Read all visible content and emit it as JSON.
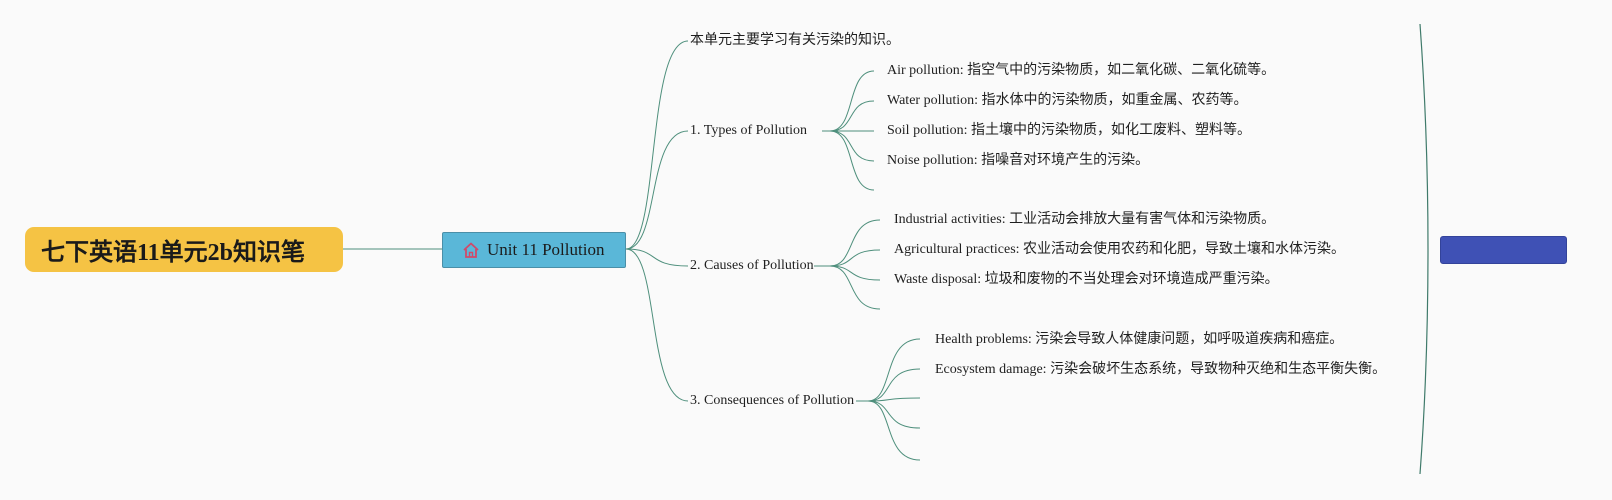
{
  "root": {
    "title": "七下英语11单元2b知识笔"
  },
  "unit": {
    "title": "Unit 11 Pollution",
    "icon": "home-icon",
    "color": "#5ab7d8"
  },
  "intro": "本单元主要学习有关污染的知识。",
  "branches": [
    {
      "title": "1. Types of Pollution",
      "items": [
        "Air pollution: 指空气中的污染物质，如二氧化碳、二氧化硫等。",
        "Water pollution: 指水体中的污染物质，如重金属、农药等。",
        "Soil pollution: 指土壤中的污染物质，如化工废料、塑料等。",
        "Noise pollution: 指噪音对环境产生的污染。",
        ""
      ]
    },
    {
      "title": "2. Causes of Pollution",
      "items": [
        "Industrial activities: 工业活动会排放大量有害气体和污染物质。",
        "Agricultural practices: 农业活动会使用农药和化肥，导致土壤和水体污染。",
        "Waste disposal: 垃圾和废物的不当处理会对环境造成严重污染。",
        ""
      ]
    },
    {
      "title": "3. Consequences of Pollution",
      "items": [
        "Health problems: 污染会导致人体健康问题，如呼吸道疾病和癌症。",
        "Ecosystem damage: 污染会破坏生态系统，导致物种灭绝和生态平衡失衡。",
        "",
        "",
        ""
      ]
    }
  ],
  "summary_box": {
    "label": "",
    "color": "#3f51b5"
  },
  "colors": {
    "root": "#f5c344",
    "line": "#4e8f7c",
    "side_line": "#3f7a6a"
  }
}
